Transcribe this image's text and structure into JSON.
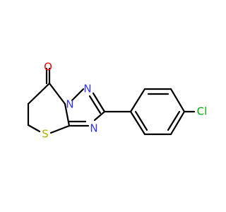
{
  "molecule": {
    "atoms": {
      "oxygen": "O",
      "nitrogen_1": "N",
      "nitrogen_2": "N",
      "nitrogen_3": "N",
      "sulfur": "S",
      "chlorine": "Cl"
    },
    "colors": {
      "oxygen": "#ff0000",
      "nitrogen": "#3333ff",
      "sulfur": "#b2b200",
      "chlorine": "#00b000",
      "bond": "#000000"
    }
  }
}
